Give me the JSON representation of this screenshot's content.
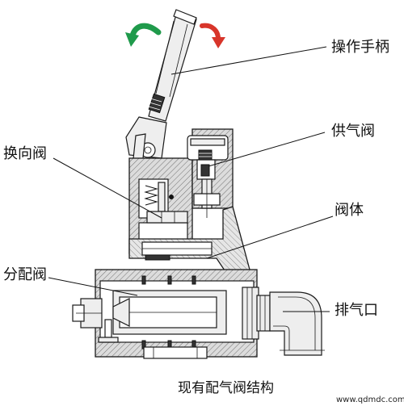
{
  "labels": {
    "handle": "操作手柄",
    "supply_valve": "供气阀",
    "reversing_valve": "换向阀",
    "valve_body": "阀体",
    "distributor_valve": "分配阀",
    "exhaust_port": "排气口"
  },
  "caption": "现有配气阀结构",
  "watermark": "www.qdmdc.com",
  "colors": {
    "arrow_left": "#1f9a4b",
    "arrow_right": "#d8352a",
    "hatch_fill": "#d9d9d9",
    "line": "#1a1a1a"
  }
}
